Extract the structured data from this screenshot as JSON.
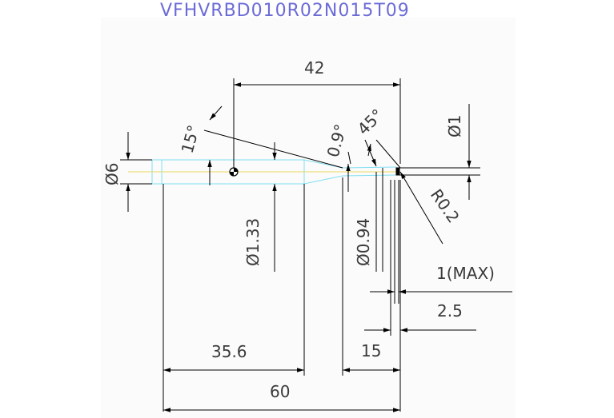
{
  "title": "VFHVRBD010R02N015T09",
  "colors": {
    "title": "#6b6bd8",
    "dimension": "#000000",
    "text": "#3a3a3a",
    "outline_cyan": "#7fdff0",
    "centerline_yellow": "#e8d860"
  },
  "dimensions": {
    "d42": "42",
    "d15deg": "15°",
    "d09deg": "0.9°",
    "d45deg": "45°",
    "dia1": "Ø1",
    "dia6": "Ø6",
    "dia133": "Ø1.33",
    "dia094": "Ø0.94",
    "r02": "R0.2",
    "max1": "1(MAX)",
    "d25": "2.5",
    "d356": "35.6",
    "d15": "15",
    "d60": "60"
  }
}
